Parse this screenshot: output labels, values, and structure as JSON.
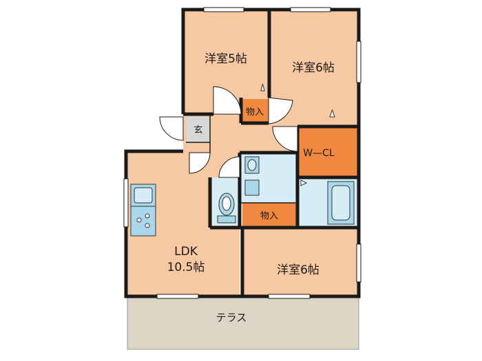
{
  "colors": {
    "room": "#f6c9a3",
    "storage": "#f0883f",
    "wet_area": "#d6edf6",
    "fixture": "#a9d8ea",
    "terrace": "#dcd4c4",
    "entrance": "#d7d7d7",
    "wall": "#1a1a1a"
  },
  "rooms": {
    "western_5": "洋室5帖",
    "western_6_top": "洋室6帖",
    "storage_top": "物入",
    "entrance": "玄",
    "walk_in_closet": "W—CL",
    "ldk_name": "LDK",
    "ldk_size": "10.5帖",
    "storage_bottom": "物入",
    "western_6_bottom": "洋室6帖",
    "terrace": "テラス"
  },
  "icons": [
    "toilet-icon",
    "washbasin-icon",
    "washing-machine-icon",
    "bathtub-icon",
    "kitchen-sink-icon",
    "stove-icon"
  ]
}
